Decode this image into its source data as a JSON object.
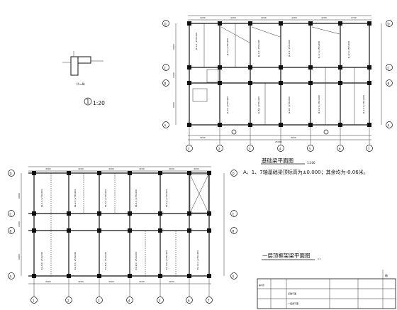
{
  "detail": {
    "label": "(h=Δ)",
    "scale": "1:20",
    "section_no": "1"
  },
  "plan_top": {
    "title": "基础梁平面图",
    "scale": "1:100",
    "note": "A、1、7轴基础梁顶标高为±0.000；其余均为-0.06米。",
    "row_axes": [
      "D",
      "C",
      "B",
      "A"
    ],
    "col_axes": [
      "1",
      "2",
      "3",
      "4",
      "5",
      "6",
      "7"
    ],
    "bay_dims": [
      "4200",
      "4200",
      "4200",
      "4200",
      "4200",
      "2700"
    ],
    "span_dims": [
      "6900",
      "2400",
      "6900"
    ],
    "total_dim": "25000"
  },
  "plan_bottom": {
    "title": "一层顶框架梁平面图",
    "scale": "1:1",
    "row_axes": [
      "D",
      "C",
      "B",
      "A"
    ],
    "col_axes": [
      "1",
      "2",
      "3",
      "4",
      "5",
      "6",
      "7"
    ],
    "bay_dims": [
      "4200",
      "4200",
      "4200",
      "4200",
      "4200",
      "4200"
    ],
    "span_dims": [
      "6900",
      "2400",
      "6900"
    ]
  },
  "title_block": {
    "left_label": "第5页",
    "drawing_name_1": "基础平面",
    "drawing_name_2": "一层梁平面",
    "corner_label": "极"
  }
}
